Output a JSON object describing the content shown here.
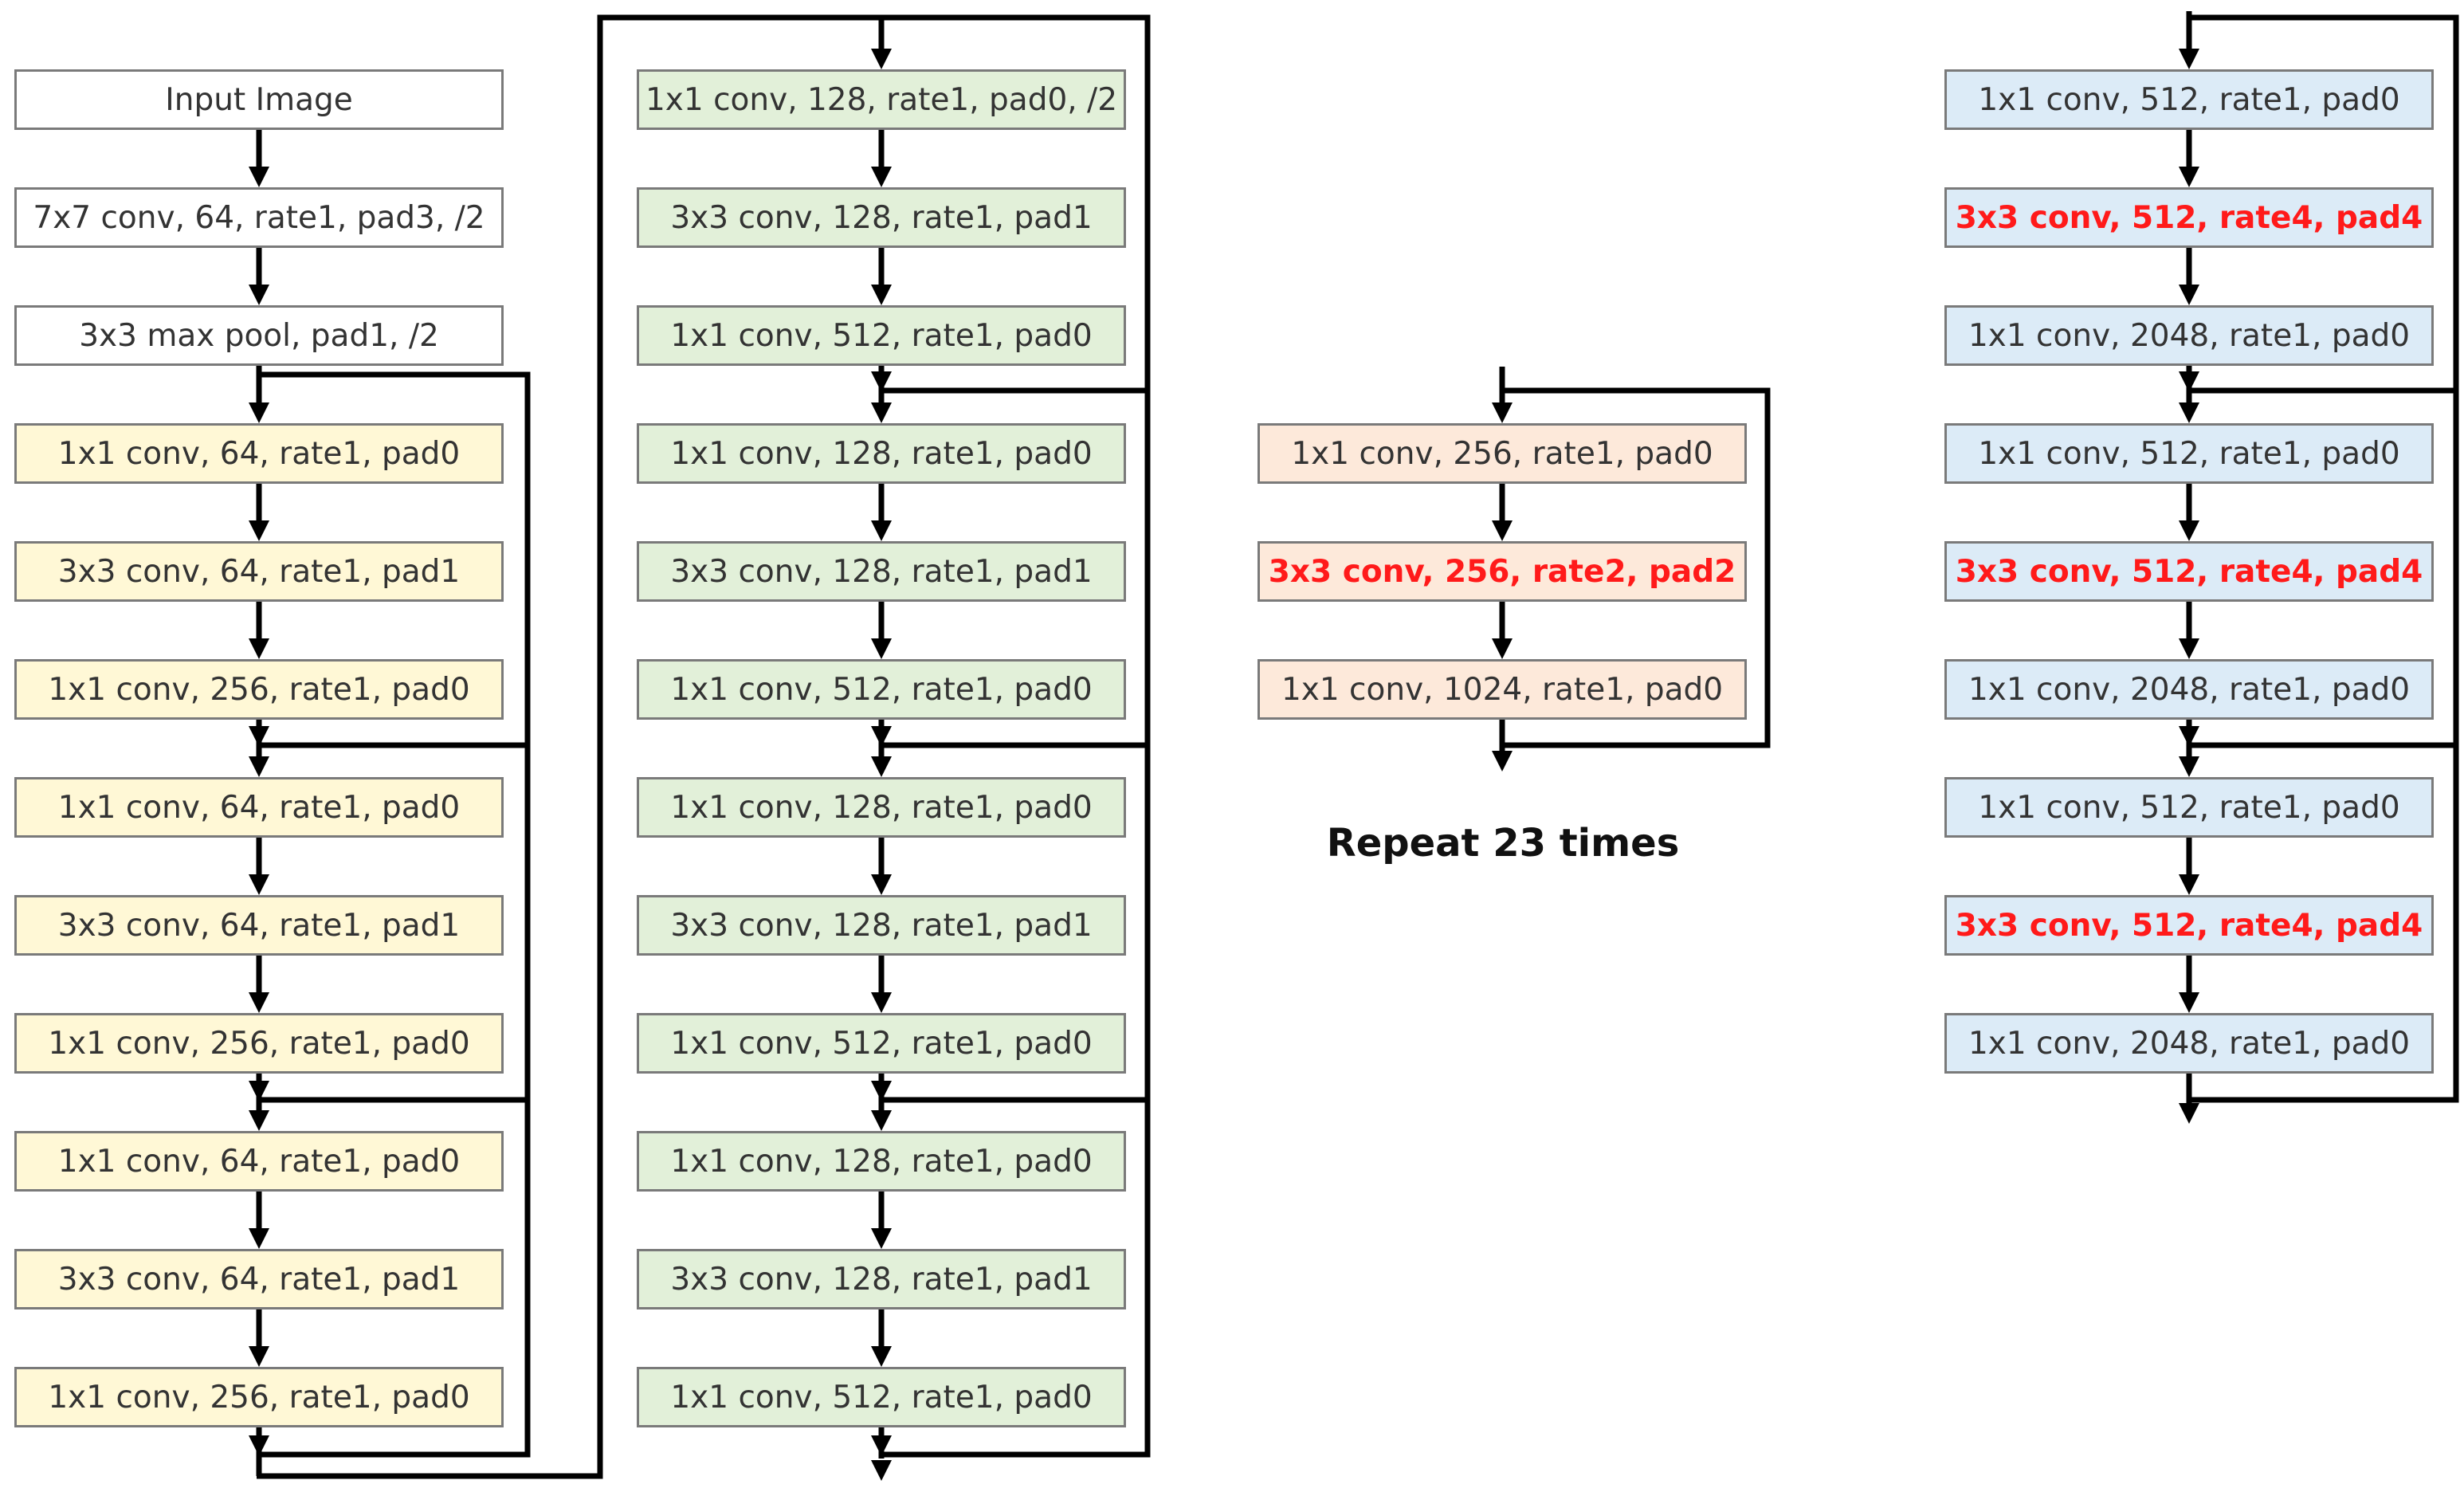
{
  "colors": {
    "column1": "#fff8d6",
    "column2": "#e2f0d9",
    "column3": "#fde9da",
    "column4": "#dcebf7",
    "highlight_text": "#ff1a1a"
  },
  "columns": [
    {
      "id": "col1",
      "blocks": [
        {
          "label": "Input Image",
          "fill": "#ffffff"
        },
        {
          "label": "7x7 conv, 64, rate1, pad3, /2",
          "fill": "#ffffff"
        },
        {
          "label": "3x3 max pool, pad1, /2",
          "fill": "#ffffff"
        },
        {
          "label": "1x1 conv, 64, rate1, pad0"
        },
        {
          "label": "3x3 conv, 64, rate1, pad1"
        },
        {
          "label": "1x1 conv, 256, rate1, pad0"
        },
        {
          "label": "1x1 conv, 64, rate1, pad0"
        },
        {
          "label": "3x3 conv, 64, rate1, pad1"
        },
        {
          "label": "1x1 conv, 256, rate1, pad0"
        },
        {
          "label": "1x1 conv, 64, rate1, pad0"
        },
        {
          "label": "3x3 conv, 64, rate1, pad1"
        },
        {
          "label": "1x1 conv, 256, rate1, pad0"
        }
      ]
    },
    {
      "id": "col2",
      "blocks": [
        {
          "label": "1x1 conv, 128, rate1, pad0, /2"
        },
        {
          "label": "3x3 conv, 128, rate1, pad1"
        },
        {
          "label": "1x1 conv, 512, rate1, pad0"
        },
        {
          "label": "1x1 conv, 128, rate1, pad0"
        },
        {
          "label": "3x3 conv, 128, rate1, pad1"
        },
        {
          "label": "1x1 conv, 512, rate1, pad0"
        },
        {
          "label": "1x1 conv, 128, rate1, pad0"
        },
        {
          "label": "3x3 conv, 128, rate1, pad1"
        },
        {
          "label": "1x1 conv, 512, rate1, pad0"
        },
        {
          "label": "1x1 conv, 128, rate1, pad0"
        },
        {
          "label": "3x3 conv, 128, rate1, pad1"
        },
        {
          "label": "1x1 conv, 512, rate1, pad0"
        }
      ]
    },
    {
      "id": "col3",
      "blocks": [
        {
          "label": "1x1 conv, 256, rate1, pad0"
        },
        {
          "label": "3x3 conv, 256, rate2, pad2",
          "highlight": true
        },
        {
          "label": "1x1 conv, 1024, rate1, pad0"
        }
      ],
      "repeat_note": "Repeat 23 times"
    },
    {
      "id": "col4",
      "blocks": [
        {
          "label": "1x1 conv, 512, rate1, pad0"
        },
        {
          "label": "3x3 conv, 512, rate4, pad4",
          "highlight": true
        },
        {
          "label": "1x1 conv, 2048, rate1, pad0"
        },
        {
          "label": "1x1 conv, 512, rate1, pad0"
        },
        {
          "label": "3x3 conv, 512, rate4, pad4",
          "highlight": true
        },
        {
          "label": "1x1 conv, 2048, rate1, pad0"
        },
        {
          "label": "1x1 conv, 512, rate1, pad0"
        },
        {
          "label": "3x3 conv, 512, rate4, pad4",
          "highlight": true
        },
        {
          "label": "1x1 conv, 2048, rate1, pad0"
        }
      ]
    }
  ]
}
